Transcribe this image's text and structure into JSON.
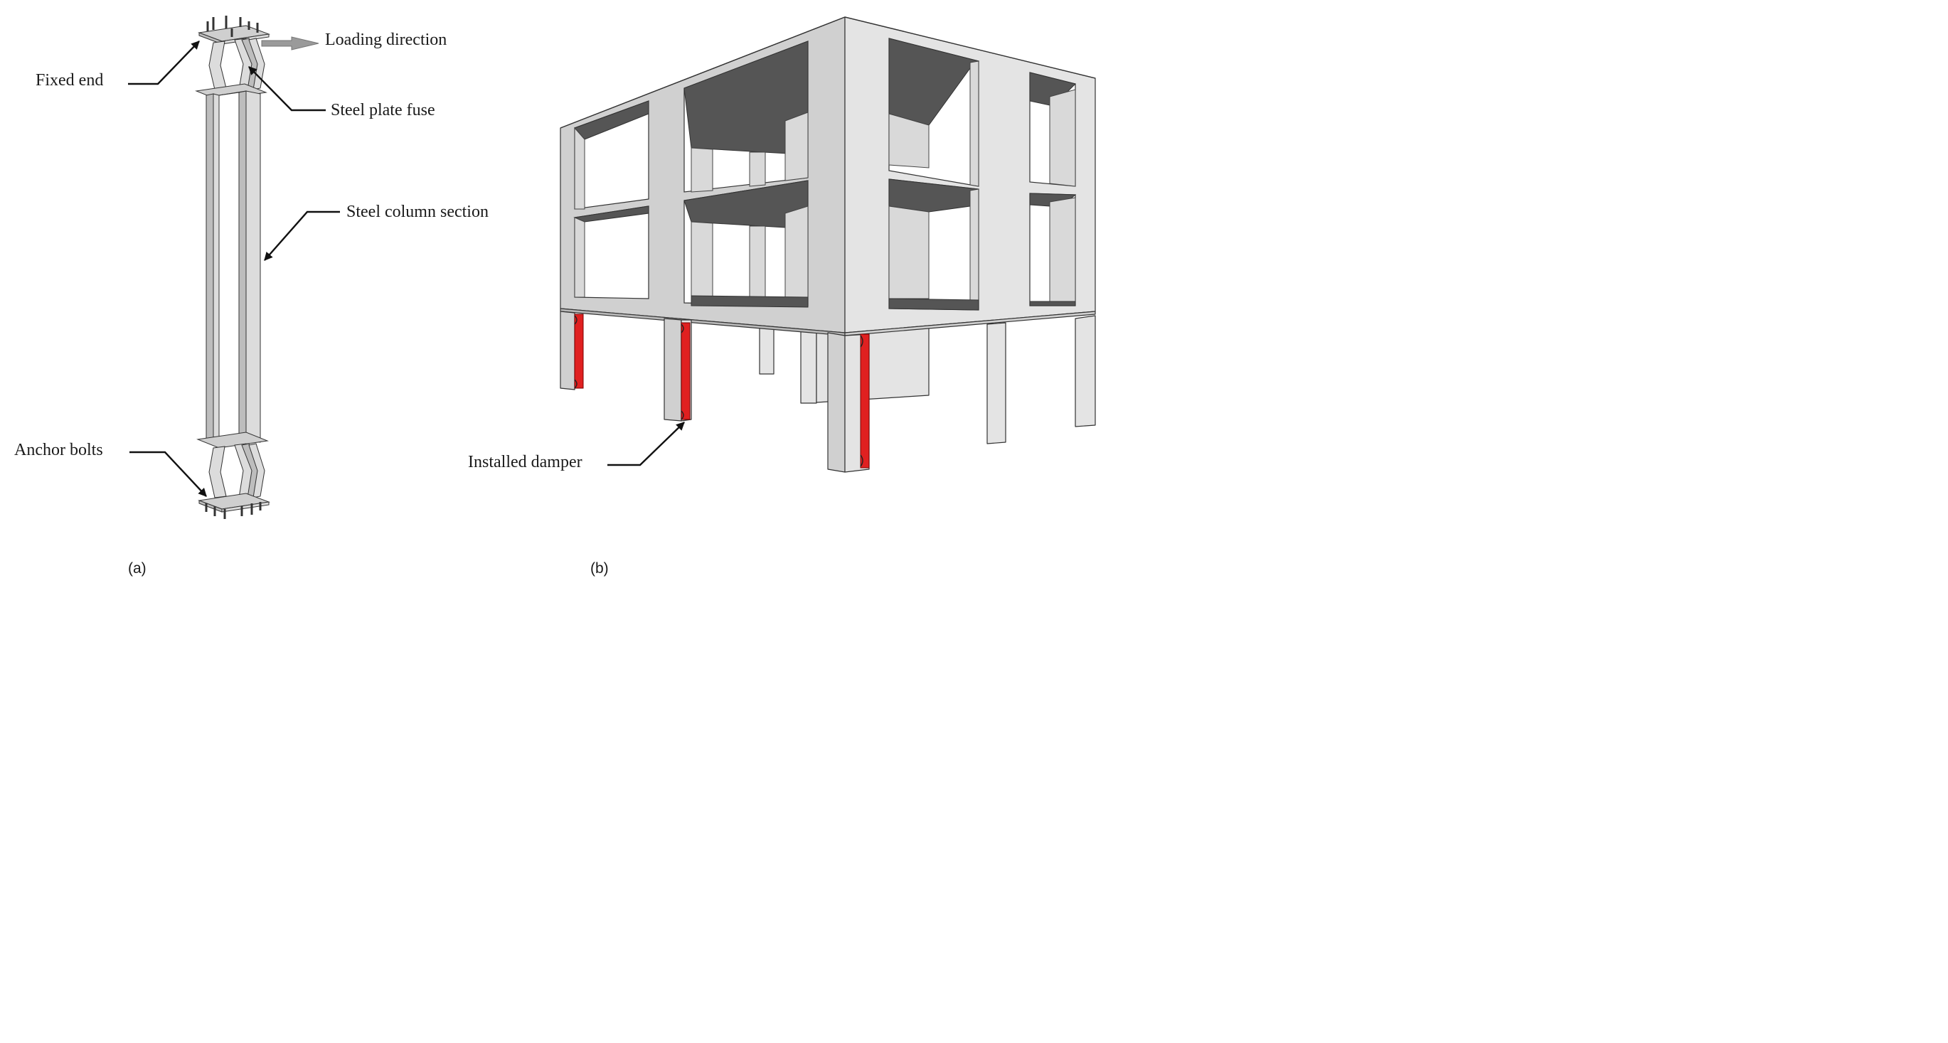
{
  "panel_a": {
    "caption": "(a)",
    "labels": {
      "loading_direction": "Loading direction",
      "fixed_end": "Fixed end",
      "steel_plate_fuse": "Steel plate fuse",
      "steel_column_section": "Steel column section",
      "anchor_bolts": "Anchor bolts"
    }
  },
  "panel_b": {
    "caption": "(b)",
    "labels": {
      "installed_damper": "Installed damper"
    }
  },
  "colors": {
    "damper": "#e02020",
    "concrete": "#d0d0d0",
    "ceiling": "#555555",
    "loading_arrow": "#9a9a9a"
  }
}
